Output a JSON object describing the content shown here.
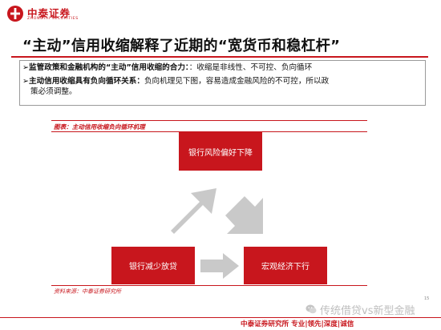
{
  "header": {
    "logo_cn": "中泰证券",
    "logo_en": "ZHONGTAI SECURITIES",
    "title": "“主动”信用收缩解释了近期的“宽货币和稳杠杆”"
  },
  "summary": {
    "bullet1_bold": "➢监管政策和金融机构的“主动”信用收缩的合力：",
    "bullet1_rest": "：收缩是非线性、不可控、负向循环",
    "bullet2_bold": "➢主动信用收缩具有负向循环关系：",
    "bullet2_rest": "负向机理见下图，容易造成金融风险的不可控，所以政",
    "bullet2_cont": "策必须调整。"
  },
  "chart": {
    "caption": "图表：主动信用收缩负向循环机理",
    "node_top": "银行风险偏好下降",
    "node_bottom_left": "银行减少放贷",
    "node_bottom_right": "宏观经济下行",
    "source": "资料来源：中泰证券研究所",
    "arrow_color": "#c9c9c9",
    "node_color": "#c8161d"
  },
  "page_number": "15",
  "watermark": "传统借贷vs新型金融",
  "footer": "中泰证券研究所 专业|领先|深度|诚信"
}
